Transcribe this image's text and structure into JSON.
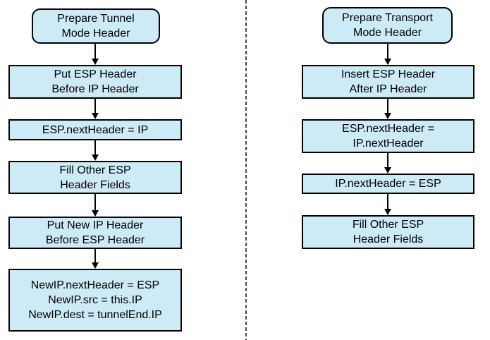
{
  "diagram": {
    "description": "Two side-by-side flowcharts for preparing ESP headers",
    "colors": {
      "background": "#ffffff",
      "node_fill": "#cdeaf7",
      "node_border": "#000000",
      "text": "#000000",
      "connector": "#000000",
      "divider": "#4a4a4a"
    },
    "tunnel_flow": {
      "start": "Prepare Tunnel\nMode Header",
      "steps": [
        "Put ESP Header\nBefore IP Header",
        "ESP.nextHeader = IP",
        "Fill Other ESP\nHeader Fields",
        "Put New IP Header\nBefore ESP Header",
        "NewIP.nextHeader = ESP\nNewIP.src = this.IP\nNewIP.dest = tunnelEnd.IP"
      ]
    },
    "transport_flow": {
      "start": "Prepare Transport\nMode Header",
      "steps": [
        "Insert ESP Header\nAfter IP Header",
        "ESP.nextHeader =\nIP.nextHeader",
        "IP.nextHeader = ESP",
        "Fill Other ESP\nHeader Fields"
      ]
    }
  }
}
